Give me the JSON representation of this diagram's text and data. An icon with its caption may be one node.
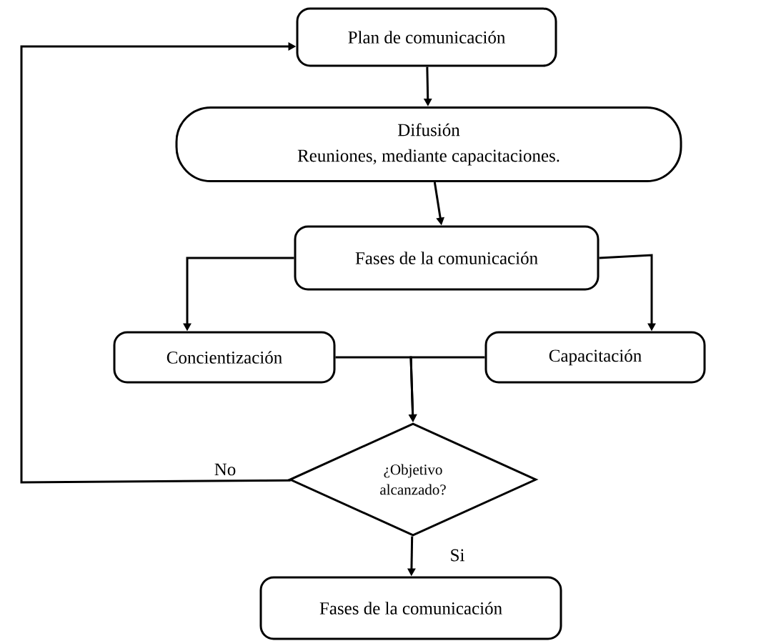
{
  "diagram": {
    "nodes": [
      {
        "text": [
          "Plan de comunicación"
        ]
      },
      {
        "text": [
          "Difusión",
          "Reuniones, mediante capacitaciones."
        ]
      },
      {
        "text": [
          "Fases de la comunicación"
        ]
      },
      {
        "text": [
          "Concientización"
        ]
      },
      {
        "text": [
          "Capacitación"
        ]
      },
      {
        "text": [
          "¿Objetivo alcanzado?"
        ]
      },
      {
        "text": [
          "Fases de la comunicación"
        ]
      }
    ],
    "edges": [
      {
        "from": 0,
        "to": 1,
        "arrow": "to"
      },
      {
        "from": 1,
        "to": 2,
        "arrow": "to"
      },
      {
        "from": 2,
        "to": 3,
        "arrow": "to"
      },
      {
        "from": 2,
        "to": 4,
        "arrow": "to"
      },
      {
        "from": 3,
        "to": 5,
        "arrow": "to"
      },
      {
        "from": 4,
        "to": 5,
        "arrow": "to"
      },
      {
        "from": 5,
        "to": 0,
        "arrow": "to",
        "label": "No"
      },
      {
        "from": 5,
        "to": 6,
        "arrow": "to",
        "label": "Si"
      }
    ]
  }
}
